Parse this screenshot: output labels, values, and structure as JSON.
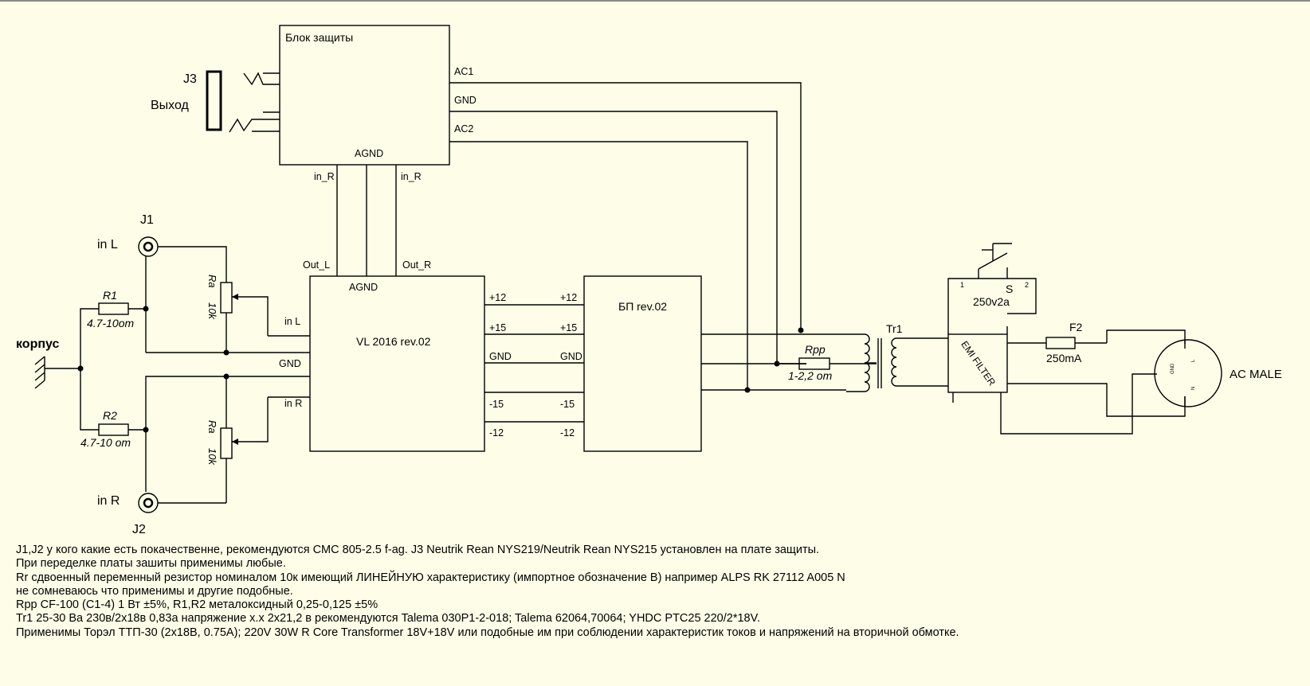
{
  "blocks": {
    "protection": {
      "title": "Блок защиты",
      "ac1": "AC1",
      "gnd": "GND",
      "ac2": "AC2",
      "agnd": "AGND",
      "in_r_left": "in_R",
      "in_r_right": "in_R"
    },
    "amp": {
      "title": "VL 2016 rev.02",
      "agnd": "AGND",
      "out_l": "Out_L",
      "out_r": "Out_R",
      "in_l": "in L",
      "gnd": "GND",
      "in_r": "in R",
      "p12": "+12",
      "p15": "+15",
      "gndr": "GND",
      "m15": "-15",
      "m12": "-12"
    },
    "psu": {
      "title": "БП rev.02",
      "p12": "+12",
      "p15": "+15",
      "gnd": "GND",
      "m15": "-15",
      "m12": "-12"
    },
    "emi": {
      "title": "EMI FILTER"
    }
  },
  "labels": {
    "j3": "J3",
    "vyhod": "Выход",
    "j1": "J1",
    "in_l": "in L",
    "j2": "J2",
    "in_r": "in R",
    "korpus": "корпус",
    "r1": "R1",
    "r1_val": "4.7-10om",
    "r2": "R2",
    "r2_val": "4.7-10 om",
    "ra_top": "Ra",
    "ra_top_val": "10k",
    "ra_bot": "Ra",
    "ra_bot_val": "10k",
    "rpp": "Rpp",
    "rpp_val": "1-2,2 om",
    "tr1": "Tr1",
    "s": "S",
    "s_val": "250v2a",
    "s_pin1": "1",
    "s_pin2": "2",
    "f2": "F2",
    "f2_val": "250mA",
    "ac_male": "AC MALE",
    "ac_gnd": "GND",
    "ac_l": "L",
    "ac_n": "N"
  },
  "notes": [
    "J1,J2 у кого какие есть покачественне, рекомендуются CMC 805-2.5 f-ag. J3  Neutrik Rean NYS219/Neutrik Rean NYS215 установлен на плате защиты.",
    "При переделке платы зашиты применимы любые.",
    "Rr сдвоенный переменный резистор номиналом 10к имеющий ЛИНЕЙНУЮ характеристику (импортное обозначение B) например ALPS  RK 27112 A005 N",
    "не сомневаюсь что применимы и другие подобные.",
    "Rpp CF-100 (C1-4) 1 Вт ±5%, R1,R2  металоксидный 0,25-0,125 ±5%",
    "Tr1 25-30 Ва 230в/2х18в 0,83а напряжение х.х 2х21,2 в рекомендуются Talema 030P1-2-018; Talema 62064,70064; YHDC PTC25 220/2*18V.",
    "Применимы Торэл ТТП-30 (2х18В, 0.75А); 220V 30W R Core Transformer 18V+18V или подобные им при соблюдении характеристик токов и напряжений на вторичной обмотке."
  ]
}
